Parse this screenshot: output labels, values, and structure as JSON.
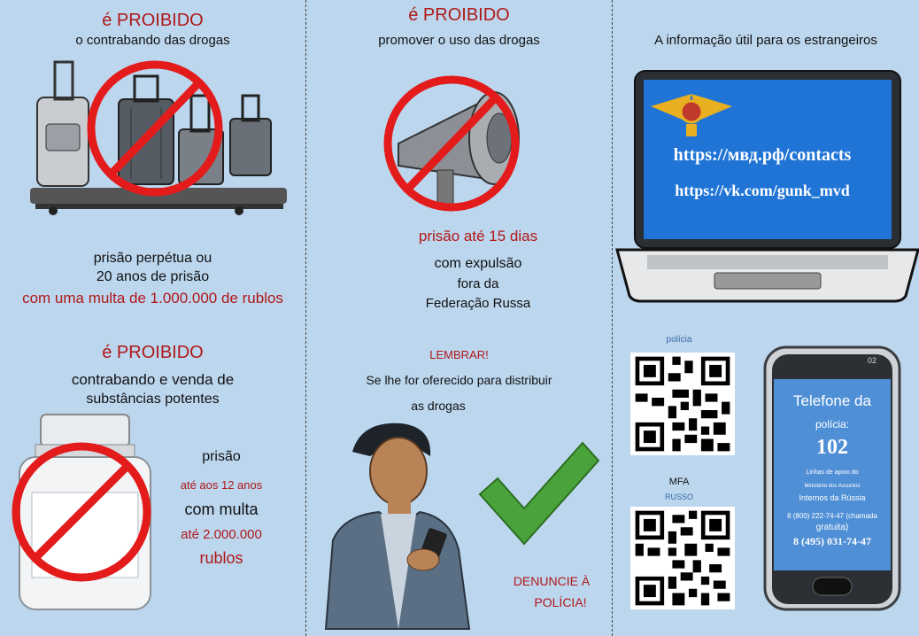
{
  "col1": {
    "top_heading": "é PROIBIDO",
    "top_sub": "o contrabando das drogas",
    "penalty_line1": "prisão perpétua ou",
    "penalty_line2": "20 anos de prisão",
    "penalty_line3": "com uma multa de 1.000.000 de rublos",
    "bottom_heading": "é PROIBIDO",
    "bottom_sub1": "contrabando e venda de",
    "bottom_sub2": "substâncias potentes",
    "pen2_line1": "prisão",
    "pen2_line2": "até aos 12 anos",
    "pen2_line3": "com multa",
    "pen2_line4": "até 2.000.000",
    "pen2_line5": "rublos"
  },
  "col2": {
    "top_heading": "é PROIBIDO",
    "top_sub": "promover o uso das drogas",
    "penalty_line1": "prisão até 15 dias",
    "penalty_line2": "com expulsão",
    "penalty_line3": "fora da",
    "penalty_line4": "Federação Russa",
    "remember": "LEMBRAR!",
    "offer_line1": "Se lhe for oferecido para distribuir",
    "offer_line2": "as drogas",
    "report_line1": "DENUNCIE À",
    "report_line2": "POLÍCIA!"
  },
  "col3": {
    "heading": "A informação útil para os estrangeiros",
    "url1": "https://мвд.рф/contacts",
    "url2": "https://vk.com/gunk_mvd",
    "qr1_label": "polícia",
    "qr2_label1": "MFA",
    "qr2_label2": "RUSSO",
    "phone_status": "02",
    "phone_title1": "Telefone da",
    "phone_title2": "polícia:",
    "phone_number": "102",
    "phone_line1": "Linhas de apoio do",
    "phone_line2": "Ministério dos Assuntos",
    "phone_line3": "Internos da Rússia",
    "phone_line4": "8 (800) 222-74-47 (chamada",
    "phone_line5": "gratuita)",
    "phone_line6": "8 (495) 031-74-47"
  },
  "colors": {
    "background": "#bcd6ee",
    "red": "#b01818",
    "prohibition": "#e31b1b",
    "check": "#4aa33a",
    "screen": "#1f74d6"
  },
  "icons": [
    "luggage-icon",
    "prohibition-icon",
    "megaphone-icon",
    "medicine-bottle-icon",
    "person-with-phone-icon",
    "checkmark-icon",
    "laptop-icon",
    "emblem-icon",
    "qr-code-icon",
    "smartphone-icon"
  ]
}
